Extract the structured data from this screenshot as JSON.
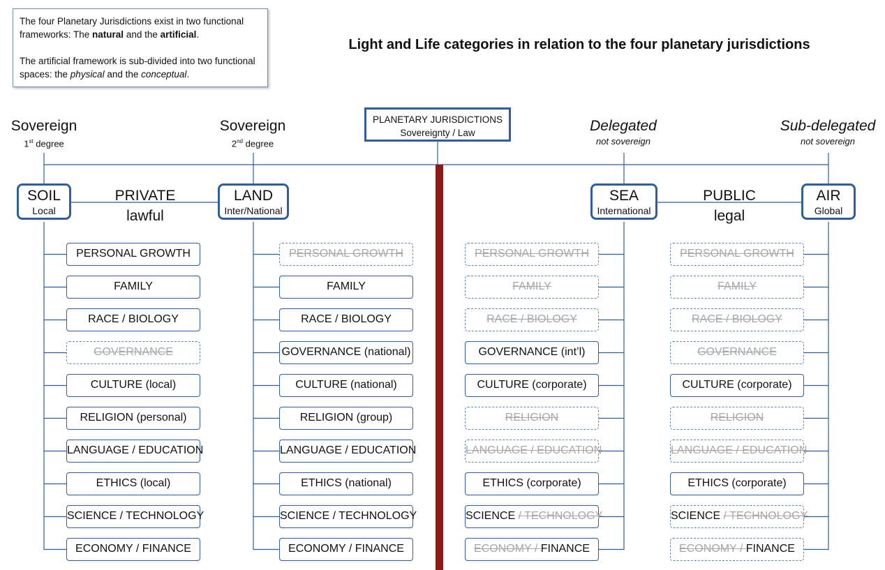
{
  "note": {
    "line1_a": "The four Planetary Jurisdictions exist in two functional frameworks: The ",
    "line1_natural": "natural",
    "line1_b": " and the ",
    "line1_artificial": "artificial",
    "line1_c": ".",
    "line2_a": "The artificial framework is sub-divided into two functional spaces: the ",
    "line2_physical": "physical",
    "line2_b": " and the ",
    "line2_conceptual": "conceptual",
    "line2_c": "."
  },
  "title": "Light and Life categories in relation to the four planetary jurisdictions",
  "root": {
    "line1": "PLANETARY JURISDICTIONS",
    "line2": "Sovereignty / Law"
  },
  "columns": [
    {
      "header": {
        "title": "Sovereign",
        "sub_num": "1",
        "sub_sup": "st",
        "sub_text": " degree",
        "style": "normal"
      },
      "box": {
        "name": "SOIL",
        "scope": "Local"
      },
      "items": [
        {
          "segments": [
            {
              "text": "PERSONAL GROWTH",
              "struck": false
            }
          ],
          "active": true
        },
        {
          "segments": [
            {
              "text": "FAMILY",
              "struck": false
            }
          ],
          "active": true
        },
        {
          "segments": [
            {
              "text": "RACE / BIOLOGY",
              "struck": false
            }
          ],
          "active": true
        },
        {
          "segments": [
            {
              "text": "GOVERNANCE",
              "struck": true
            }
          ],
          "active": false
        },
        {
          "segments": [
            {
              "text": "CULTURE (local)",
              "struck": false
            }
          ],
          "active": true
        },
        {
          "segments": [
            {
              "text": "RELIGION (personal)",
              "struck": false
            }
          ],
          "active": true
        },
        {
          "segments": [
            {
              "text": "LANGUAGE / EDUCATION",
              "struck": false
            }
          ],
          "active": true
        },
        {
          "segments": [
            {
              "text": "ETHICS (local)",
              "struck": false
            }
          ],
          "active": true
        },
        {
          "segments": [
            {
              "text": "SCIENCE / TECHNOLOGY",
              "struck": false
            }
          ],
          "active": true
        },
        {
          "segments": [
            {
              "text": "ECONOMY / FINANCE",
              "struck": false
            }
          ],
          "active": true
        }
      ]
    },
    {
      "header": {
        "title": "Sovereign",
        "sub_num": "2",
        "sub_sup": "nd",
        "sub_text": " degree",
        "style": "normal"
      },
      "box": {
        "name": "LAND",
        "scope": "Inter/National"
      },
      "items": [
        {
          "segments": [
            {
              "text": "PERSONAL GROWTH",
              "struck": true
            }
          ],
          "active": false
        },
        {
          "segments": [
            {
              "text": "FAMILY",
              "struck": false
            }
          ],
          "active": true
        },
        {
          "segments": [
            {
              "text": "RACE / BIOLOGY",
              "struck": false
            }
          ],
          "active": true
        },
        {
          "segments": [
            {
              "text": "GOVERNANCE (national)",
              "struck": false
            }
          ],
          "active": true
        },
        {
          "segments": [
            {
              "text": "CULTURE (national)",
              "struck": false
            }
          ],
          "active": true
        },
        {
          "segments": [
            {
              "text": "RELIGION (group)",
              "struck": false
            }
          ],
          "active": true
        },
        {
          "segments": [
            {
              "text": "LANGUAGE / EDUCATION",
              "struck": false
            }
          ],
          "active": true
        },
        {
          "segments": [
            {
              "text": "ETHICS (national)",
              "struck": false
            }
          ],
          "active": true
        },
        {
          "segments": [
            {
              "text": "SCIENCE / TECHNOLOGY",
              "struck": false
            }
          ],
          "active": true
        },
        {
          "segments": [
            {
              "text": "ECONOMY / FINANCE",
              "struck": false
            }
          ],
          "active": true
        }
      ]
    },
    {
      "header": {
        "title": "Delegated",
        "sub_text": "not sovereign",
        "style": "italic"
      },
      "box": {
        "name": "SEA",
        "scope": "International"
      },
      "items": [
        {
          "segments": [
            {
              "text": "PERSONAL GROWTH",
              "struck": true
            }
          ],
          "active": false
        },
        {
          "segments": [
            {
              "text": "FAMILY",
              "struck": true
            }
          ],
          "active": false
        },
        {
          "segments": [
            {
              "text": "RACE / BIOLOGY",
              "struck": true
            }
          ],
          "active": false
        },
        {
          "segments": [
            {
              "text": "GOVERNANCE (int’l)",
              "struck": false
            }
          ],
          "active": true
        },
        {
          "segments": [
            {
              "text": "CULTURE (corporate)",
              "struck": false
            }
          ],
          "active": true
        },
        {
          "segments": [
            {
              "text": "RELIGION",
              "struck": true
            }
          ],
          "active": false
        },
        {
          "segments": [
            {
              "text": "LANGUAGE / EDUCATION",
              "struck": true
            }
          ],
          "active": false
        },
        {
          "segments": [
            {
              "text": "ETHICS (corporate)",
              "struck": false
            }
          ],
          "active": true
        },
        {
          "segments": [
            {
              "text": "SCIENCE ",
              "struck": false
            },
            {
              "text": "/ TECHNOLOGY",
              "struck": true
            }
          ],
          "active": true
        },
        {
          "segments": [
            {
              "text": "ECONOMY / ",
              "struck": true
            },
            {
              "text": "FINANCE",
              "struck": false
            }
          ],
          "active": true
        }
      ]
    },
    {
      "header": {
        "title": "Sub-delegated",
        "sub_text": "not sovereign",
        "style": "italic"
      },
      "box": {
        "name": "AIR",
        "scope": "Global"
      },
      "items": [
        {
          "segments": [
            {
              "text": "PERSONAL GROWTH",
              "struck": true
            }
          ],
          "active": false
        },
        {
          "segments": [
            {
              "text": "FAMILY",
              "struck": true
            }
          ],
          "active": false
        },
        {
          "segments": [
            {
              "text": "RACE / BIOLOGY",
              "struck": true
            }
          ],
          "active": false
        },
        {
          "segments": [
            {
              "text": "GOVERNANCE",
              "struck": true
            }
          ],
          "active": false
        },
        {
          "segments": [
            {
              "text": "CULTURE (corporate)",
              "struck": false
            }
          ],
          "active": true
        },
        {
          "segments": [
            {
              "text": "RELIGION",
              "struck": true
            }
          ],
          "active": false
        },
        {
          "segments": [
            {
              "text": "LANGUAGE / EDUCATION",
              "struck": true
            }
          ],
          "active": false
        },
        {
          "segments": [
            {
              "text": "ETHICS (corporate)",
              "struck": false
            }
          ],
          "active": true
        },
        {
          "segments": [
            {
              "text": "SCIENCE ",
              "struck": false
            },
            {
              "text": "/ TECHNOLOGY",
              "struck": true
            }
          ],
          "active": false
        },
        {
          "segments": [
            {
              "text": "ECONOMY / ",
              "struck": true
            },
            {
              "text": "FINANCE",
              "struck": false
            }
          ],
          "active": false
        }
      ]
    }
  ],
  "pairs": [
    {
      "line1": "PRIVATE",
      "line2": "lawful"
    },
    {
      "line1": "PUBLIC",
      "line2": "legal"
    }
  ],
  "colors": {
    "line": "#2f5e9b",
    "divider": "#8b1a1a",
    "struck_text": "#a7a7a7"
  }
}
